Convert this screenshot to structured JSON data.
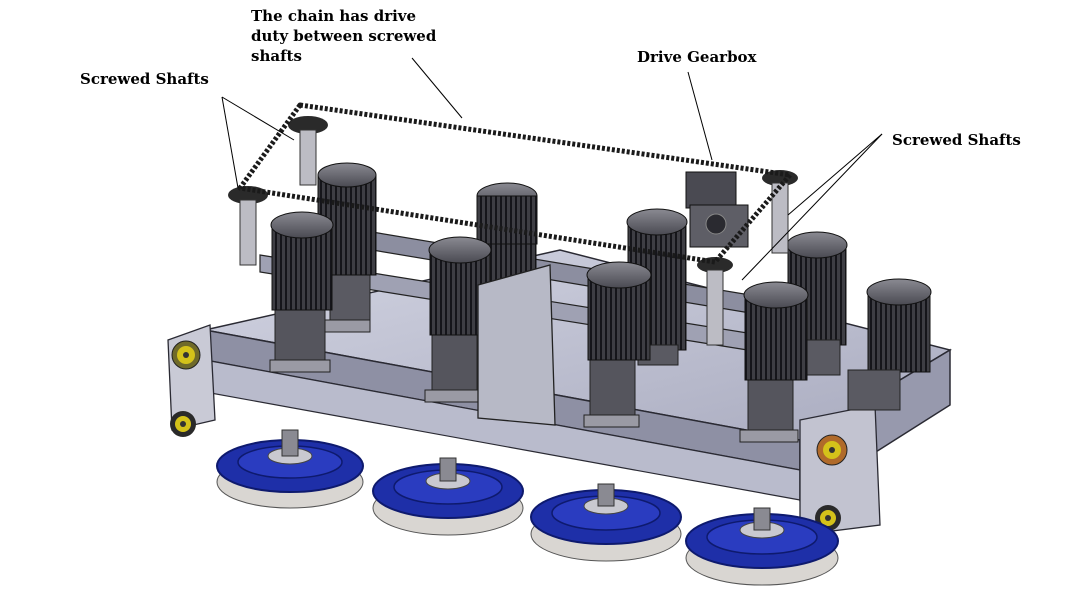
{
  "labels": {
    "chain_note": "The chain has drive\nduty between screwed\nshafts",
    "drive_gearbox": "Drive Gearbox",
    "screwed_shafts_left": "Screwed Shafts",
    "screwed_shafts_right": "Screwed Shafts"
  },
  "colors": {
    "frame_light": "#c7c9d8",
    "frame_mid": "#9a9cb0",
    "frame_dark": "#4a4a58",
    "motor_body": "#3e3e44",
    "motor_fin": "#1d1d22",
    "motor_cap": "#6c6c74",
    "wheel_blue": "#1e2fa8",
    "wheel_blue_dark": "#0e1a6e",
    "wheel_base": "#d9d6d2",
    "roller_yellow": "#d4c21a",
    "chain": "#1a1a1a"
  }
}
